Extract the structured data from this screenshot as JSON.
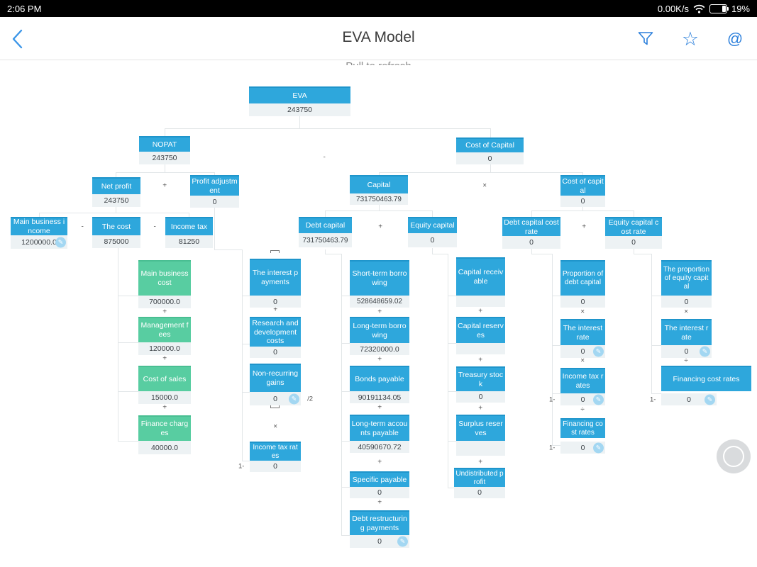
{
  "status_bar": {
    "time": "2:06 PM",
    "net_speed": "0.00K/s",
    "battery_percent": "19%"
  },
  "header": {
    "title": "EVA Model"
  },
  "refresh_hint": "Pull to refresh",
  "ops": {
    "plus": "+",
    "minus": "-",
    "times": "×",
    "divide": "÷",
    "one_minus": "1-",
    "half": "/2"
  },
  "tree": {
    "eva": {
      "label": "EVA",
      "value": "243750"
    },
    "nopat": {
      "label": "NOPAT",
      "value": "243750"
    },
    "coc": {
      "label": "Cost of Capital",
      "value": "0"
    },
    "net_profit": {
      "label": "Net profit",
      "value": "243750"
    },
    "profit_adj": {
      "label": "Profit adjustment",
      "value": "0"
    },
    "capital": {
      "label": "Capital",
      "value": "731750463.79"
    },
    "coc_rate": {
      "label": "Cost of capital",
      "value": "0"
    },
    "mbi": {
      "label": "Main business income",
      "value": "1200000.0"
    },
    "the_cost": {
      "label": "The cost",
      "value": "875000"
    },
    "income_tax": {
      "label": "Income tax",
      "value": "81250"
    },
    "debt_capital": {
      "label": "Debt capital",
      "value": "731750463.79"
    },
    "equity_capital": {
      "label": "Equity capital",
      "value": "0"
    },
    "debt_cost_rate": {
      "label": "Debt capital cost rate",
      "value": "0"
    },
    "equity_cost_rate": {
      "label": "Equity capital cost rate",
      "value": "0"
    },
    "mb_cost": {
      "label": "Main business cost",
      "value": "700000.0"
    },
    "mgmt_fees": {
      "label": "Management fees",
      "value": "120000.0"
    },
    "cost_sales": {
      "label": "Cost of sales",
      "value": "15000.0"
    },
    "fin_charges": {
      "label": "Finance charges",
      "value": "40000.0"
    },
    "int_payments": {
      "label": "The interest payments",
      "value": "0"
    },
    "rd_costs": {
      "label": "Research and development costs",
      "value": "0"
    },
    "nonrec_gains": {
      "label": "Non-recurring gains",
      "value": "0"
    },
    "tax_rates_l": {
      "label": "Income tax rates",
      "value": "0"
    },
    "stb": {
      "label": "Short-term borrowing",
      "value": "528648659.02"
    },
    "ltb": {
      "label": "Long-term borrowing",
      "value": "72320000.0"
    },
    "bonds": {
      "label": "Bonds payable",
      "value": "90191134.05"
    },
    "ltap": {
      "label": "Long-term accounts payable",
      "value": "40590670.72"
    },
    "specific": {
      "label": "Specific payable",
      "value": "0"
    },
    "debt_restr": {
      "label": "Debt restructuring payments",
      "value": "0"
    },
    "cap_recv": {
      "label": "Capital receivable",
      "value": ""
    },
    "cap_resv": {
      "label": "Capital reserves",
      "value": ""
    },
    "treasury": {
      "label": "Treasury stock",
      "value": "0"
    },
    "surplus": {
      "label": "Surplus reserves",
      "value": ""
    },
    "undist": {
      "label": "Undistributed profit",
      "value": "0"
    },
    "prop_debt": {
      "label": "Proportion of debt capital",
      "value": "0"
    },
    "int_rate_1": {
      "label": "The interest rate",
      "value": "0"
    },
    "tax_rates_r": {
      "label": "Income tax rates",
      "value": "0"
    },
    "fin_cost_1": {
      "label": "Financing cost rates",
      "value": "0"
    },
    "prop_equity": {
      "label": "The proportion of equity capital",
      "value": "0"
    },
    "int_rate_2": {
      "label": "The interest rate",
      "value": "0"
    },
    "fin_cost_2": {
      "label": "Financing cost rates",
      "value": "0"
    }
  },
  "colors": {
    "node_blue": "#2EA7DC",
    "node_green": "#58CDA1",
    "value_bg": "#EDF2F4",
    "nav_blue": "#2B7FDB"
  }
}
